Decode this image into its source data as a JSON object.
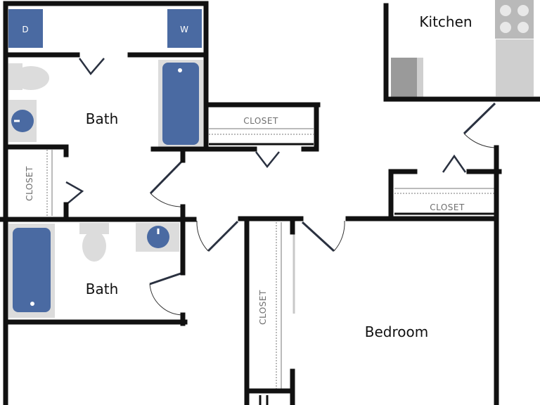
{
  "rooms": {
    "kitchen": "Kitchen",
    "bath_upper": "Bath",
    "bath_lower": "Bath",
    "bedroom": "Bedroom"
  },
  "closets": {
    "upper_hall": "CLOSET",
    "bath_side": "CLOSET",
    "right_hall": "CLOSET",
    "bedroom_side": "CLOSET"
  },
  "appliances": {
    "dryer": "D",
    "washer": "W"
  },
  "colors": {
    "wall": "#111111",
    "fixture_blue": "#4a6aa2",
    "fixture_gray": "#cfcfcf",
    "fixture_light": "#dcdcdc",
    "closet_text": "#6f6f6f"
  }
}
